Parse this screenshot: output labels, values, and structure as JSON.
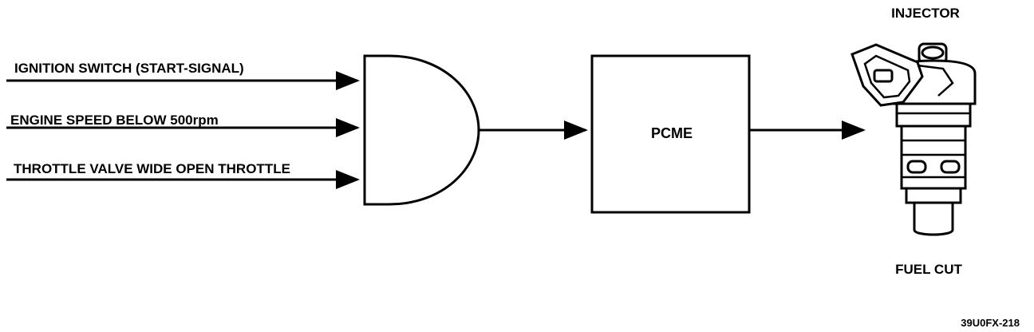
{
  "inputs": [
    "IGNITION SWITCH (START-SIGNAL)",
    "ENGINE SPEED BELOW 500rpm",
    "THROTTLE VALVE WIDE OPEN THROTTLE"
  ],
  "controller_label": "PCME",
  "output_top_label": "INJECTOR",
  "output_bottom_label": "FUEL CUT",
  "figure_code": "39U0FX-218"
}
